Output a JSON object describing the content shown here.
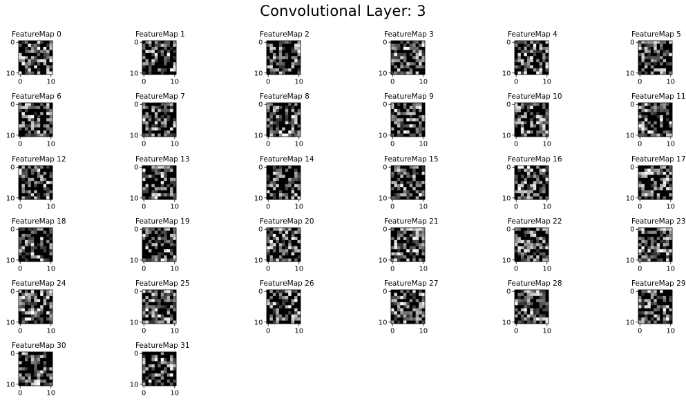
{
  "chart_data": {
    "type": "heatmap",
    "title": "Convolutional Layer: 3",
    "layout": {
      "columns": 6,
      "rows": 6
    },
    "colormap": "gray",
    "grid": false,
    "panel_size": [
      11,
      11
    ],
    "x_ticks": [
      "0",
      "10"
    ],
    "y_ticks": [
      "0",
      "10"
    ],
    "panel_label_prefix": "FeatureMap",
    "panels": [
      {
        "title": "FeatureMap 0",
        "index": 0
      },
      {
        "title": "FeatureMap 1",
        "index": 1
      },
      {
        "title": "FeatureMap 2",
        "index": 2
      },
      {
        "title": "FeatureMap 3",
        "index": 3
      },
      {
        "title": "FeatureMap 4",
        "index": 4
      },
      {
        "title": "FeatureMap 5",
        "index": 5
      },
      {
        "title": "FeatureMap 6",
        "index": 6
      },
      {
        "title": "FeatureMap 7",
        "index": 7
      },
      {
        "title": "FeatureMap 8",
        "index": 8
      },
      {
        "title": "FeatureMap 9",
        "index": 9
      },
      {
        "title": "FeatureMap 10",
        "index": 10
      },
      {
        "title": "FeatureMap 11",
        "index": 11
      },
      {
        "title": "FeatureMap 12",
        "index": 12
      },
      {
        "title": "FeatureMap 13",
        "index": 13
      },
      {
        "title": "FeatureMap 14",
        "index": 14
      },
      {
        "title": "FeatureMap 15",
        "index": 15
      },
      {
        "title": "FeatureMap 16",
        "index": 16
      },
      {
        "title": "FeatureMap 17",
        "index": 17
      },
      {
        "title": "FeatureMap 18",
        "index": 18
      },
      {
        "title": "FeatureMap 19",
        "index": 19
      },
      {
        "title": "FeatureMap 20",
        "index": 20
      },
      {
        "title": "FeatureMap 21",
        "index": 21
      },
      {
        "title": "FeatureMap 22",
        "index": 22
      },
      {
        "title": "FeatureMap 23",
        "index": 23
      },
      {
        "title": "FeatureMap 24",
        "index": 24
      },
      {
        "title": "FeatureMap 25",
        "index": 25
      },
      {
        "title": "FeatureMap 26",
        "index": 26
      },
      {
        "title": "FeatureMap 27",
        "index": 27
      },
      {
        "title": "FeatureMap 28",
        "index": 28
      },
      {
        "title": "FeatureMap 29",
        "index": 29
      },
      {
        "title": "FeatureMap 30",
        "index": 30
      },
      {
        "title": "FeatureMap 31",
        "index": 31
      }
    ]
  }
}
